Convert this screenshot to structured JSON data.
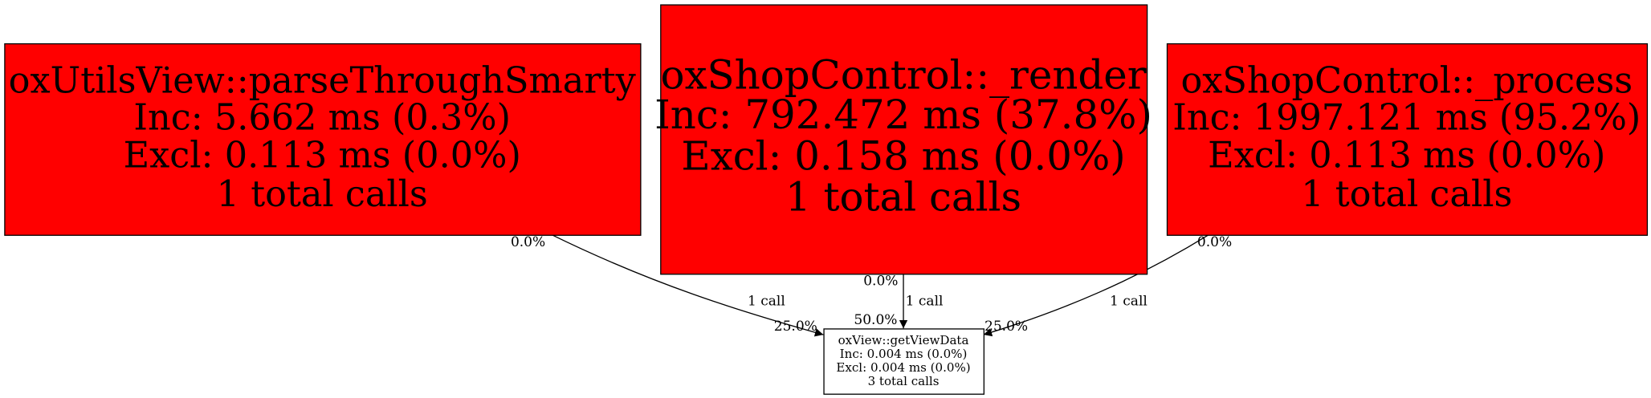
{
  "colors": {
    "hot_node": "#ff0000",
    "cold_node": "#ffffff",
    "edge": "#000000"
  },
  "nodes": [
    {
      "name": "oxUtilsView::parseThroughSmarty",
      "inc": "Inc: 5.662 ms (0.3%)",
      "excl": "Excl: 0.113 ms (0.0%)",
      "calls": "1 total calls"
    },
    {
      "name": "oxShopControl::_render",
      "inc": "Inc: 792.472 ms (37.8%)",
      "excl": "Excl: 0.158 ms (0.0%)",
      "calls": "1 total calls"
    },
    {
      "name": "oxShopControl::_process",
      "inc": "Inc: 1997.121 ms (95.2%)",
      "excl": "Excl: 0.113 ms (0.0%)",
      "calls": "1 total calls"
    },
    {
      "name": "oxView::getViewData",
      "inc": "Inc: 0.004 ms (0.0%)",
      "excl": "Excl: 0.004 ms (0.0%)",
      "calls": "3 total calls"
    }
  ],
  "edges": [
    {
      "tail": "0.0%",
      "label": "1 call",
      "head": "25.0%"
    },
    {
      "tail": "0.0%",
      "label": "1 call",
      "head": "50.0%"
    },
    {
      "tail": "0.0%",
      "label": "1 call",
      "head": "25.0%"
    }
  ]
}
